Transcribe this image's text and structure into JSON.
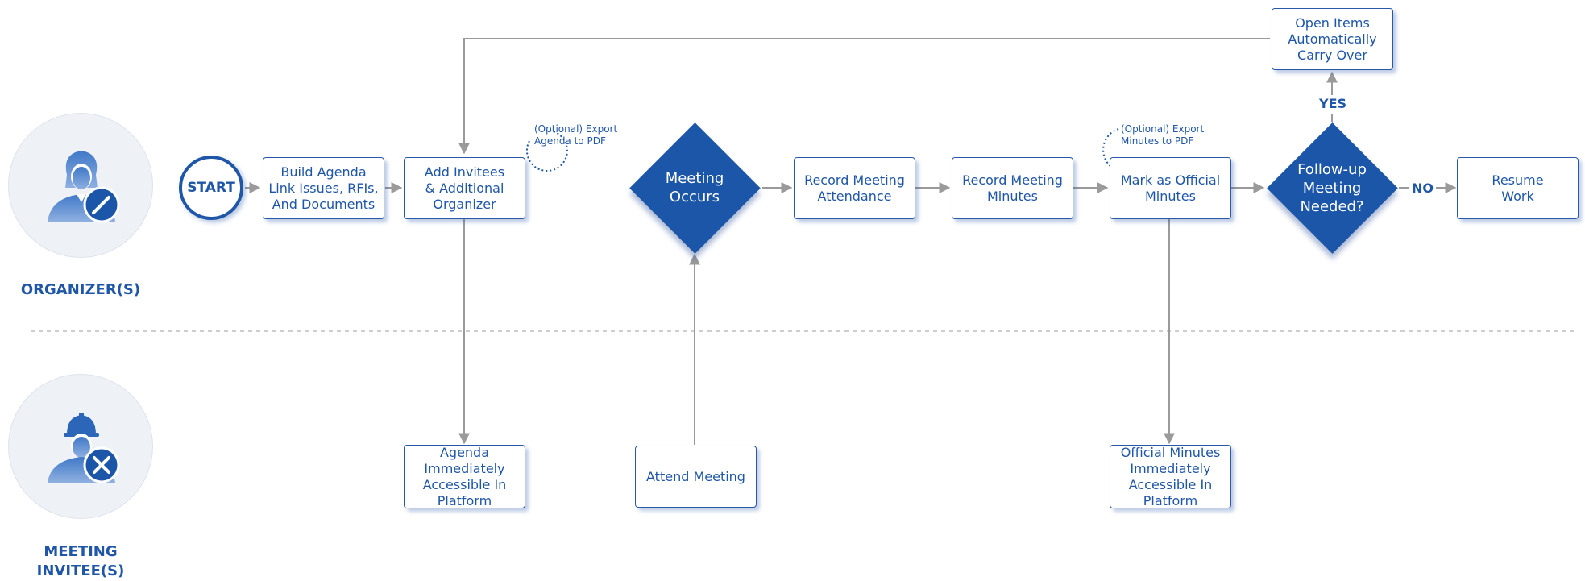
{
  "colors": {
    "primary": "#1f56a8",
    "diamond_fill": "#1c56a8",
    "arrow": "#9a9a9a",
    "lane_divider": "#bdbdbd",
    "avatar_bg": "#eef1f6"
  },
  "lanes": {
    "organizer": {
      "label": "ORGANIZER(S)",
      "icon": "organizer-woman-pencil-icon"
    },
    "invitee": {
      "label": "MEETING\nINVITEE(S)",
      "icon": "worker-hardhat-tools-icon"
    }
  },
  "start": {
    "label": "START"
  },
  "steps": {
    "build_agenda": "Build Agenda\nLink Issues, RFIs,\nAnd Documents",
    "add_invitees": "Add Invitees\n& Additional\nOrganizer",
    "record_attendance": "Record Meeting\nAttendance",
    "record_minutes": "Record Meeting\nMinutes",
    "mark_official": "Mark as Official\nMinutes",
    "resume_work": "Resume\nWork",
    "open_items": "Open Items\nAutomatically\nCarry Over",
    "agenda_accessible": "Agenda\nImmediately\nAccessible In\nPlatform",
    "attend_meeting": "Attend Meeting",
    "minutes_accessible": "Official Minutes\nImmediately\nAccessible In\nPlatform"
  },
  "decisions": {
    "meeting_occurs": "Meeting\nOccurs",
    "follow_up": "Follow-up\nMeeting\nNeeded?"
  },
  "branches": {
    "yes": "YES",
    "no": "NO"
  },
  "notes": {
    "export_agenda": "(Optional) Export\nAgenda to PDF",
    "export_minutes": "(Optional) Export\nMinutes to PDF"
  }
}
